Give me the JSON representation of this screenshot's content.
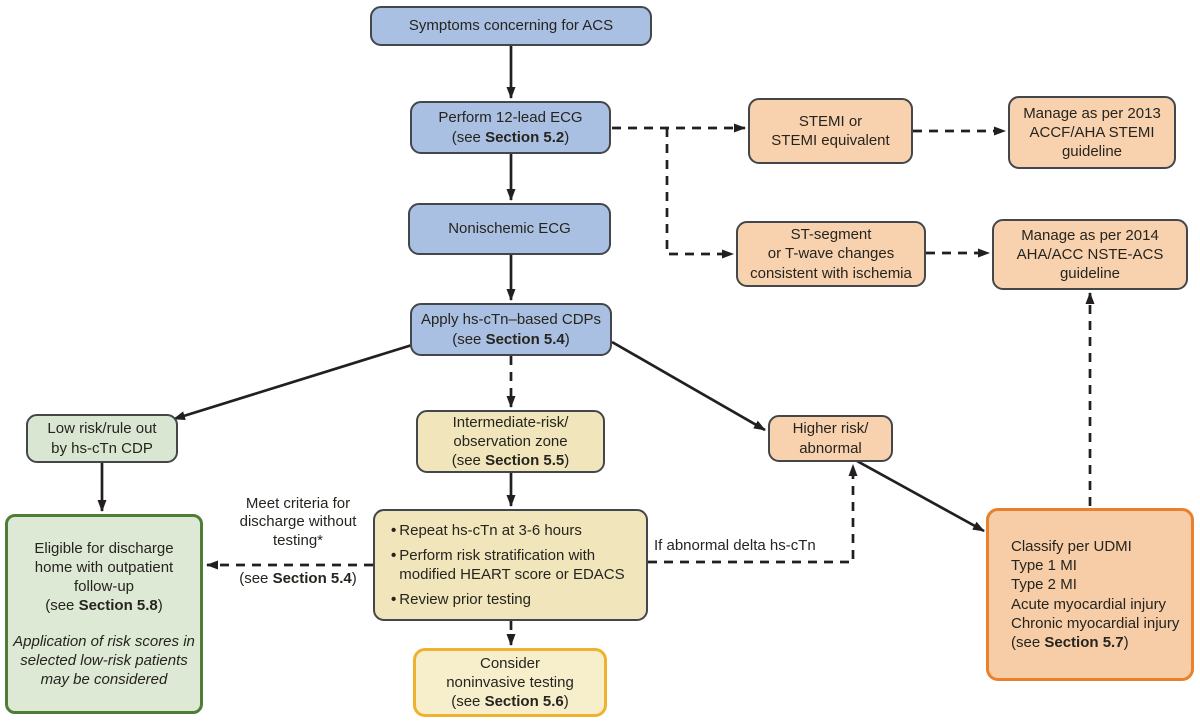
{
  "palette": {
    "blue_fill": "#aac0e2",
    "peach_fill": "#f8d2ae",
    "light_green_fill": "#d9e7d2",
    "cream_fill": "#f0e5bb",
    "big_green_border": "#4e7d36",
    "classify_border": "#e8802c",
    "consider_border": "#efb22e",
    "box_border": "#43464b",
    "arrow_color": "#231f20",
    "text_color": "#26241f"
  },
  "nodes": {
    "symptoms": {
      "line1": "Symptoms concerning for ACS"
    },
    "ecg": {
      "line1": "Perform 12-lead ECG",
      "see_prefix": "(see ",
      "see_bold": "Section 5.2",
      "see_suffix": ")"
    },
    "stemi": {
      "line1": "STEMI or",
      "line2": "STEMI equivalent"
    },
    "manage2013": {
      "line1": "Manage as per 2013",
      "line2": "ACCF/AHA STEMI",
      "line3": "guideline"
    },
    "nonischemic": {
      "line1": "Nonischemic ECG"
    },
    "stsegment": {
      "line1": "ST-segment",
      "line2": "or T-wave changes",
      "line3": "consistent with ischemia"
    },
    "manage2014": {
      "line1": "Manage as per 2014",
      "line2": "AHA/ACC NSTE-ACS",
      "line3": "guideline"
    },
    "apply": {
      "line1": "Apply hs-cTn–based CDPs",
      "see_prefix": "(see ",
      "see_bold": "Section 5.4",
      "see_suffix": ")"
    },
    "lowrisk": {
      "line1": "Low risk/rule out",
      "line2": "by hs-cTn CDP"
    },
    "intermediate": {
      "line1": "Intermediate-risk/",
      "line2": "observation zone",
      "see_prefix": "(see ",
      "see_bold": "Section 5.5",
      "see_suffix": ")"
    },
    "higherrisk": {
      "line1": "Higher risk/",
      "line2": "abnormal"
    },
    "eligible": {
      "line1": "Eligible for discharge",
      "line2": "home with outpatient",
      "line3": "follow-up",
      "see_prefix": "(see ",
      "see_bold": "Section 5.8",
      "see_suffix": ")",
      "note1": "Application of risk scores in",
      "note2": "selected low-risk patients",
      "note3": "may be considered"
    },
    "workup": {
      "bullet1": "Repeat hs-cTn at 3-6 hours",
      "bullet2a": "Perform risk stratification with",
      "bullet2b": "modified HEART score or EDACS",
      "bullet3": "Review prior testing"
    },
    "classify": {
      "line1": "Classify per UDMI",
      "line2": "Type 1 MI",
      "line3": "Type 2 MI",
      "line4": "Acute myocardial injury",
      "line5": "Chronic myocardial injury",
      "see_prefix": "(see ",
      "see_bold": "Section 5.7",
      "see_suffix": ")"
    },
    "consider": {
      "line1": "Consider",
      "line2": "noninvasive testing",
      "see_prefix": "(see ",
      "see_bold": "Section 5.6",
      "see_suffix": ")"
    }
  },
  "labels": {
    "meet_criteria": {
      "line1": "Meet criteria for",
      "line2": "discharge without",
      "line3": "testing*",
      "see_prefix": "(see ",
      "see_bold": "Section 5.4",
      "see_suffix": ")"
    },
    "abnormal_delta": "If abnormal delta hs-cTn"
  }
}
